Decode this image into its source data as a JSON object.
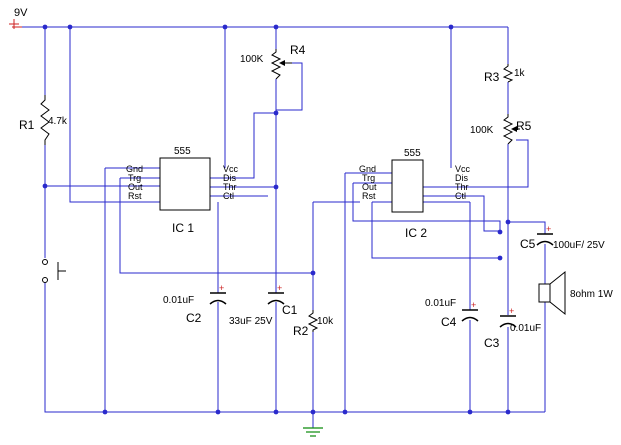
{
  "supply": {
    "label": "9V"
  },
  "components": {
    "r1": {
      "name": "R1",
      "value": "4.7k"
    },
    "r2": {
      "name": "R2",
      "value": "10k"
    },
    "r3": {
      "name": "R3",
      "value": "1k"
    },
    "r4": {
      "name": "R4",
      "value": "100K"
    },
    "r5": {
      "name": "R5",
      "value": "100K"
    },
    "c1": {
      "name": "C1",
      "value": "33uF 25V"
    },
    "c2": {
      "name": "C2",
      "value": "0.01uF"
    },
    "c3": {
      "name": "C3",
      "value": "0.01uF"
    },
    "c4": {
      "name": "C4",
      "value": "0.01uF"
    },
    "c5": {
      "name": "C5",
      "value": "100uF/ 25V"
    },
    "speaker": {
      "value": "8ohm 1W"
    }
  },
  "ic1": {
    "chip": "555",
    "name": "IC 1",
    "pins_left": [
      "Gnd",
      "Trg",
      "Out",
      "Rst"
    ],
    "pins_right": [
      "Vcc",
      "Dis",
      "Thr",
      "Ctl"
    ]
  },
  "ic2": {
    "chip": "555",
    "name": "IC 2",
    "pins_left": [
      "Gnd",
      "Trg",
      "Out",
      "Rst"
    ],
    "pins_right": [
      "Vcc",
      "Dis",
      "Thr",
      "Ctl"
    ]
  },
  "colors": {
    "wire": "#2a2acc",
    "component": "#000000",
    "polarity": "#cc2222",
    "ground": "#0a8a0a",
    "text": "#000000"
  }
}
